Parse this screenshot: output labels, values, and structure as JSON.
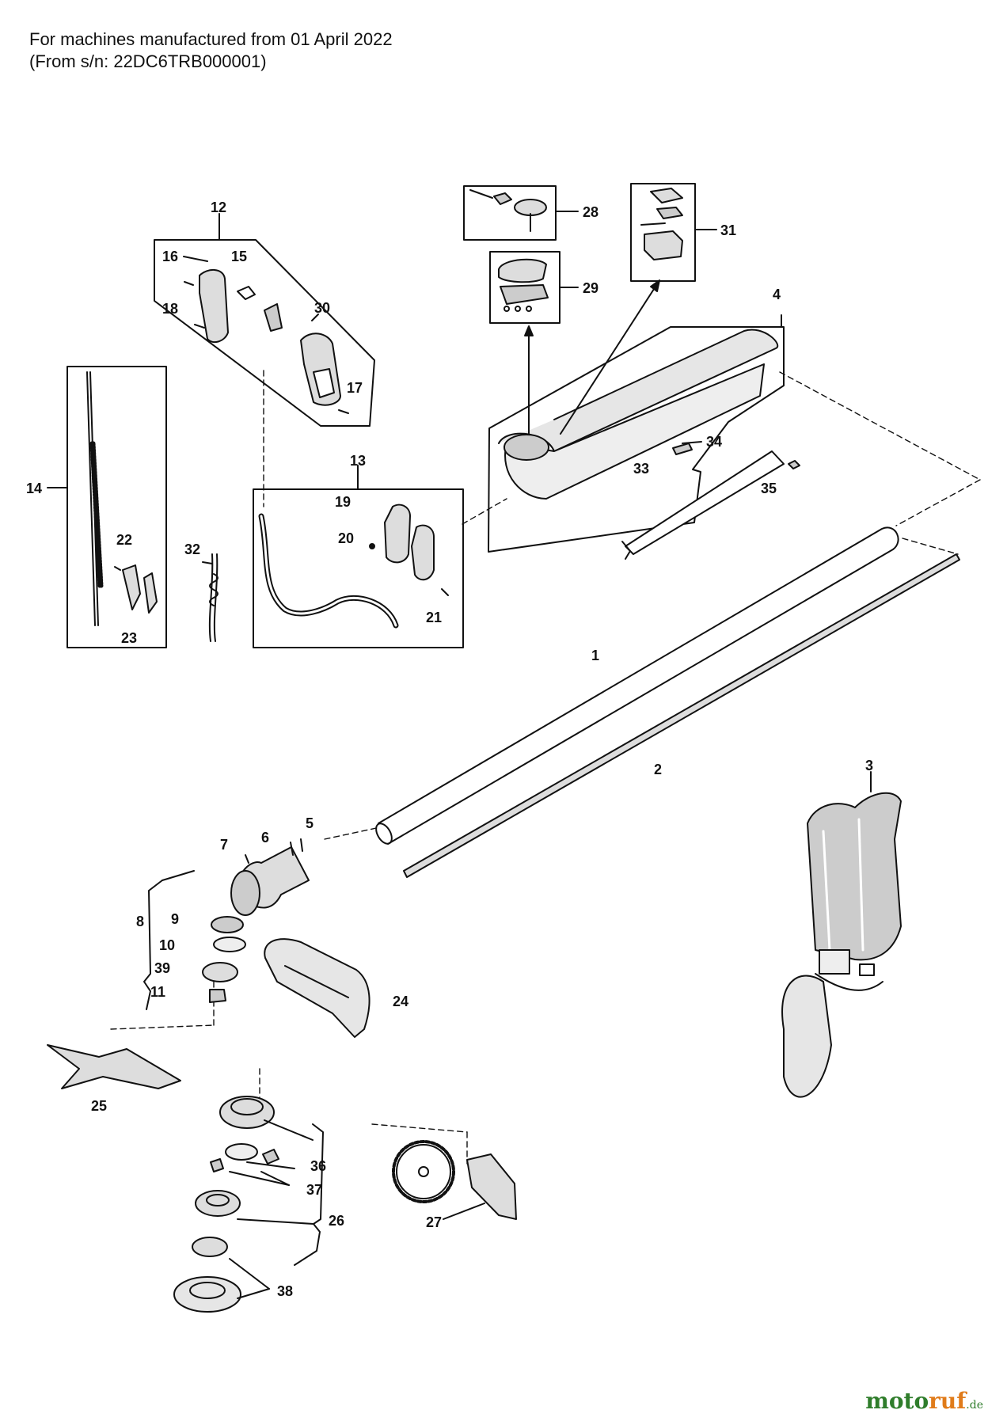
{
  "header": {
    "line1": "For machines manufactured from 01 April 2022",
    "line2": "(From s/n: 22DC6TRB000001)"
  },
  "callouts": {
    "c1": "1",
    "c2": "2",
    "c3": "3",
    "c4": "4",
    "c5": "5",
    "c6": "6",
    "c7": "7",
    "c8": "8",
    "c9": "9",
    "c10": "10",
    "c11": "11",
    "c12": "12",
    "c13": "13",
    "c14": "14",
    "c15": "15",
    "c16": "16",
    "c17": "17",
    "c18": "18",
    "c19": "19",
    "c20": "20",
    "c21": "21",
    "c22": "22",
    "c23": "23",
    "c24": "24",
    "c25": "25",
    "c26": "26",
    "c27": "27",
    "c28": "28",
    "c29": "29",
    "c30": "30",
    "c31": "31",
    "c32": "32",
    "c33": "33",
    "c34": "34",
    "c35": "35",
    "c36": "36",
    "c37": "37",
    "c38": "38",
    "c39": "39"
  },
  "watermark": {
    "part1": "moto",
    "part2": "ruf",
    "suffix": ".de"
  }
}
